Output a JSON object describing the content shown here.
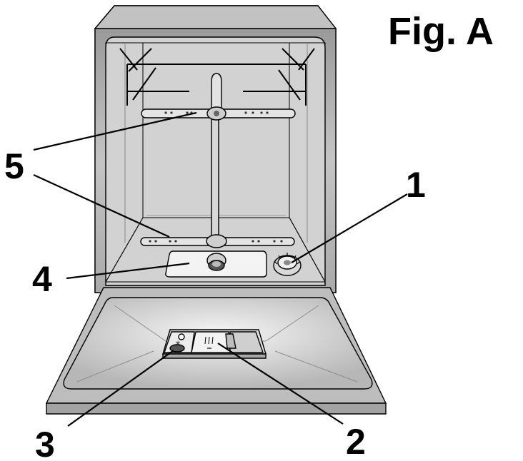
{
  "figure": {
    "title": "Fig. A"
  },
  "callouts": [
    {
      "id": "1",
      "label": "1"
    },
    {
      "id": "2",
      "label": "2"
    },
    {
      "id": "3",
      "label": "3"
    },
    {
      "id": "4",
      "label": "4"
    },
    {
      "id": "5",
      "label": "5"
    }
  ]
}
